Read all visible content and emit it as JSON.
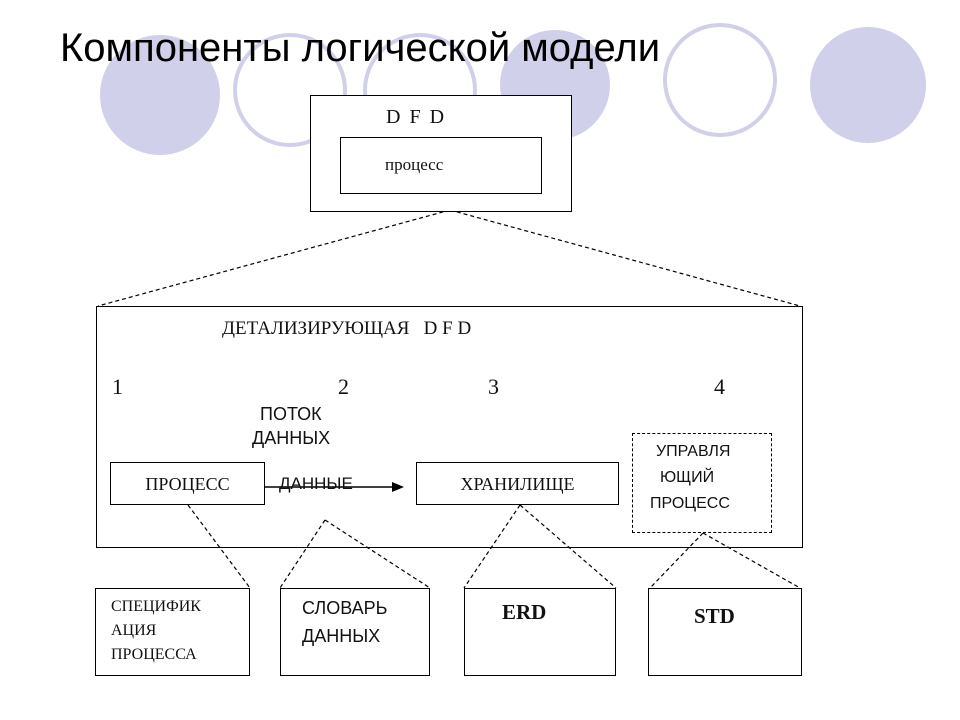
{
  "title": "Компоненты логической модели",
  "top_dfd": {
    "label": "D F D",
    "process": "процесс"
  },
  "detail": {
    "label": "ДЕТАЛИЗИРУЮЩАЯ   D F D",
    "num1": "1",
    "num2": "2",
    "num3": "3",
    "num4": "4",
    "flow_line1": "ПОТОК",
    "flow_line2": "ДАННЫХ",
    "process": "ПРОЦЕСС",
    "data_arrow": "ДАННЫЕ",
    "store": "ХРАНИЛИЩЕ",
    "control_line1": "УПРАВЛЯ",
    "control_line2": "ЮЩИЙ",
    "control_line3": "ПРОЦЕСС"
  },
  "bottom": {
    "spec_line1": "СПЕЦИФИК",
    "spec_line2": "АЦИЯ",
    "spec_line3": "ПРОЦЕССА",
    "dict_line1": "СЛОВАРЬ",
    "dict_line2": "ДАННЫХ",
    "erd": "ERD",
    "std": "STD"
  },
  "colors": {
    "decor": "#d0d0ea",
    "line": "#000000"
  }
}
